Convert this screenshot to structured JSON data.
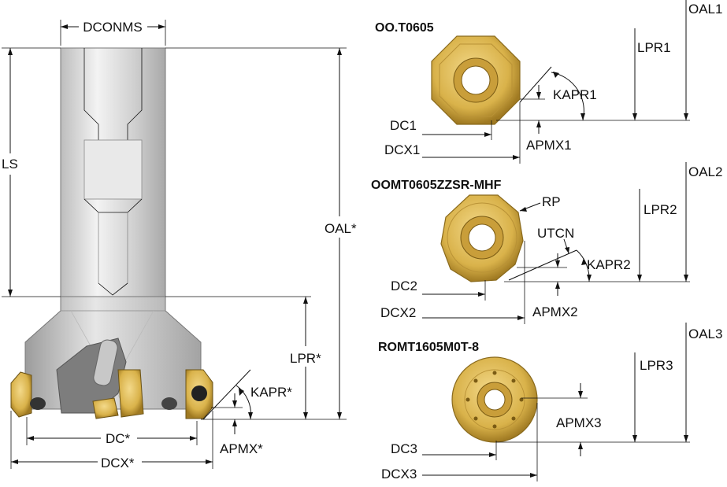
{
  "tool_labels": {
    "dconms": "DCONMS",
    "ls": "LS",
    "oal": "OAL*",
    "lpr": "LPR*",
    "kapr": "KAPR*",
    "dc": "DC*",
    "dcx": "DCX*",
    "apmx": "APMX*"
  },
  "insert1": {
    "title": "OO.T0605",
    "oal": "OAL1",
    "lpr": "LPR1",
    "kapr": "KAPR1",
    "dc": "DC1",
    "dcx": "DCX1",
    "apmx": "APMX1"
  },
  "insert2": {
    "title": "OOMT0605ZZSR-MHF",
    "oal": "OAL2",
    "lpr": "LPR2",
    "kapr": "KAPR2",
    "rp": "RP",
    "utcn": "UTCN",
    "dc": "DC2",
    "dcx": "DCX2",
    "apmx": "APMX2"
  },
  "insert3": {
    "title": "ROMT1605M0T-8",
    "oal": "OAL3",
    "lpr": "LPR3",
    "dc": "DC3",
    "dcx": "DCX3",
    "apmx": "APMX3"
  },
  "colors": {
    "insert_gold": "#d9b24a",
    "insert_gold_dark": "#a07a22",
    "body_gray": "#d6d6d6",
    "body_gray_dark": "#9a9a9a",
    "line": "#111111"
  }
}
